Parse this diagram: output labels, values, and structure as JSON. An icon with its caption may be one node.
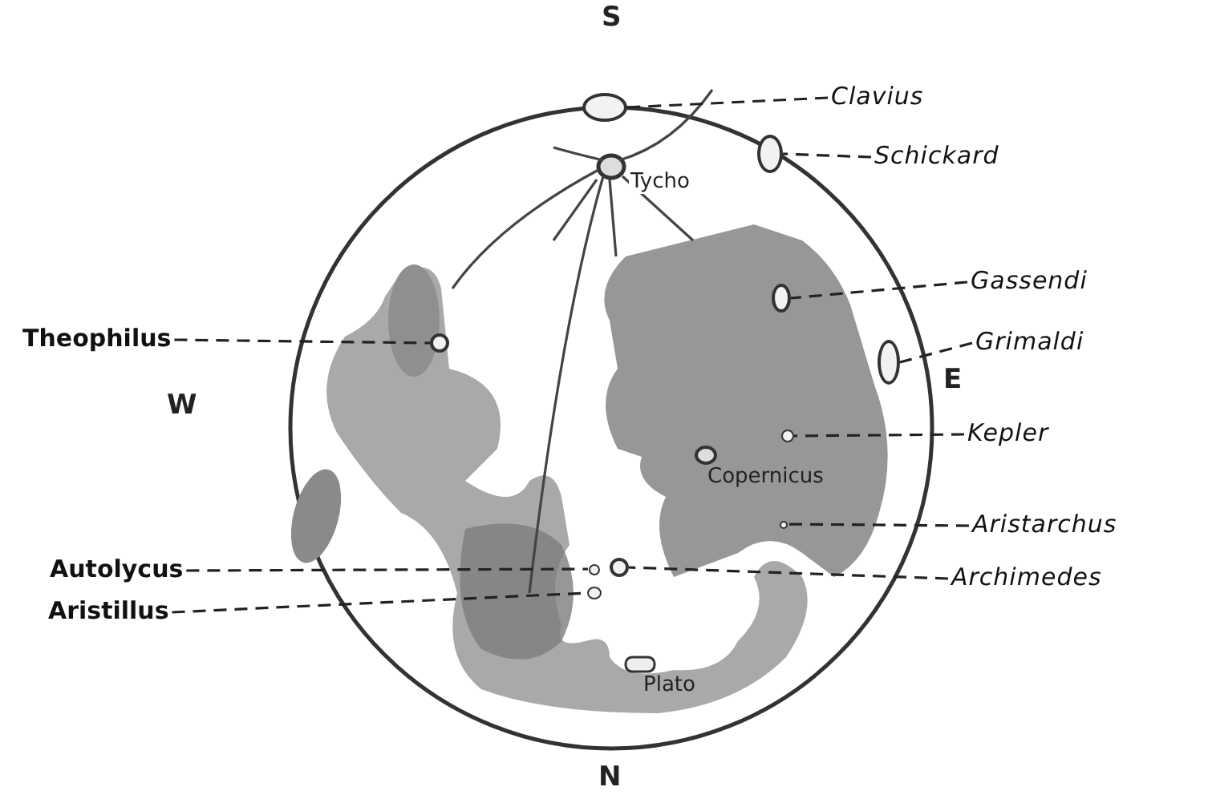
{
  "diagram": {
    "nodes": [
      {
        "text": [
          "Clavius"
        ]
      },
      {
        "text": [
          "Schickard"
        ]
      },
      {
        "text": [
          "Theophilus"
        ]
      },
      {
        "text": [
          "Gassendi"
        ]
      },
      {
        "text": [
          "Grimaldi"
        ]
      },
      {
        "text": [
          "Kepler"
        ]
      },
      {
        "text": [
          "Aristarchus"
        ]
      },
      {
        "text": [
          "Autolycus"
        ]
      },
      {
        "text": [
          "Archimedes"
        ]
      },
      {
        "text": [
          "Aristillus"
        ]
      },
      {
        "text": [],
        "shape": "circle"
      },
      {
        "text": [],
        "shape": "circle"
      },
      {
        "text": [],
        "shape": "circle"
      },
      {
        "text": [],
        "shape": "circle"
      },
      {
        "text": [],
        "shape": "circle"
      },
      {
        "text": [],
        "shape": "circle"
      },
      {
        "text": [],
        "shape": "circle"
      },
      {
        "text": [],
        "shape": "circle"
      },
      {
        "text": [],
        "shape": "circle"
      },
      {
        "text": [],
        "shape": "circle"
      }
    ],
    "edges": [
      {
        "from": 0,
        "to": 10,
        "arrow": "none",
        "style": "dashed"
      },
      {
        "from": 1,
        "to": 11,
        "arrow": "none",
        "style": "dashed"
      },
      {
        "from": 2,
        "to": 12,
        "arrow": "none",
        "style": "dashed"
      },
      {
        "from": 3,
        "to": 13,
        "arrow": "none",
        "style": "dashed"
      },
      {
        "from": 4,
        "to": 14,
        "arrow": "none",
        "style": "dashed"
      },
      {
        "from": 5,
        "to": 15,
        "arrow": "none",
        "style": "dashed"
      },
      {
        "from": 6,
        "to": 16,
        "arrow": "none",
        "style": "dashed"
      },
      {
        "from": 7,
        "to": 17,
        "arrow": "none",
        "style": "dashed"
      },
      {
        "from": 8,
        "to": 18,
        "arrow": "none",
        "style": "dashed"
      },
      {
        "from": 9,
        "to": 19,
        "arrow": "none",
        "style": "dashed"
      }
    ],
    "labels": [
      "S",
      "Tycho",
      "W",
      "E",
      "Copernicus",
      "Plato",
      "N"
    ]
  }
}
